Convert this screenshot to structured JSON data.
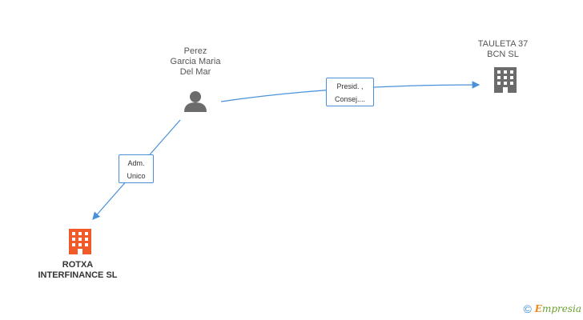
{
  "nodes": {
    "person": {
      "label": "Perez\nGarcia Maria\nDel Mar",
      "icon": "person-icon"
    },
    "tauleta": {
      "label": "TAULETA 37\nBCN SL",
      "icon": "building-icon",
      "color": "#6b6b6b"
    },
    "rotxa": {
      "label": "ROTXA\nINTERFINANCE SL",
      "icon": "building-icon",
      "color": "#f05a28"
    }
  },
  "edges": {
    "presid": {
      "line1": "Presid. ,",
      "line2": "Consej...."
    },
    "adm": {
      "line1": "Adm.",
      "line2": "Unico"
    }
  },
  "colors": {
    "edge": "#4a90d9",
    "person": "#6b6b6b"
  },
  "footer": {
    "copyright": "©",
    "brand_first": "E",
    "brand_rest": "mpresia"
  }
}
